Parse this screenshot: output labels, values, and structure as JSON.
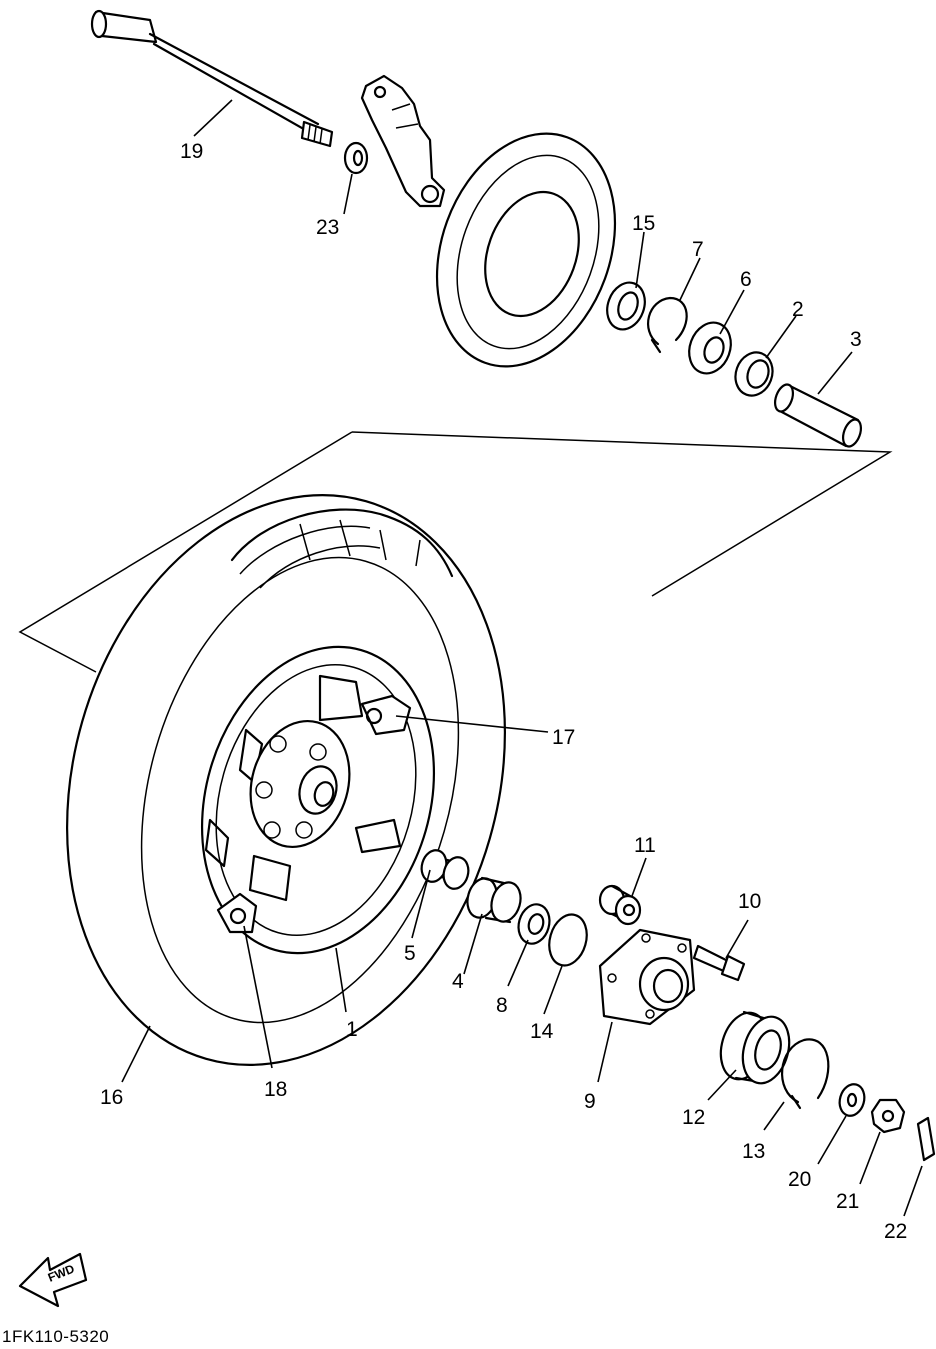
{
  "diagram": {
    "code": "1FK110-5320",
    "fwd_label": "FWD",
    "labels": [
      {
        "id": "1",
        "text": "1"
      },
      {
        "id": "2",
        "text": "2"
      },
      {
        "id": "3",
        "text": "3"
      },
      {
        "id": "4",
        "text": "4"
      },
      {
        "id": "5",
        "text": "5"
      },
      {
        "id": "6",
        "text": "6"
      },
      {
        "id": "7",
        "text": "7"
      },
      {
        "id": "8",
        "text": "8"
      },
      {
        "id": "9",
        "text": "9"
      },
      {
        "id": "10",
        "text": "10"
      },
      {
        "id": "11",
        "text": "11"
      },
      {
        "id": "12",
        "text": "12"
      },
      {
        "id": "13",
        "text": "13"
      },
      {
        "id": "14",
        "text": "14"
      },
      {
        "id": "15",
        "text": "15"
      },
      {
        "id": "16",
        "text": "16"
      },
      {
        "id": "17",
        "text": "17"
      },
      {
        "id": "18",
        "text": "18"
      },
      {
        "id": "19",
        "text": "19"
      },
      {
        "id": "20",
        "text": "20"
      },
      {
        "id": "21",
        "text": "21"
      },
      {
        "id": "22",
        "text": "22"
      },
      {
        "id": "23",
        "text": "23"
      }
    ]
  }
}
